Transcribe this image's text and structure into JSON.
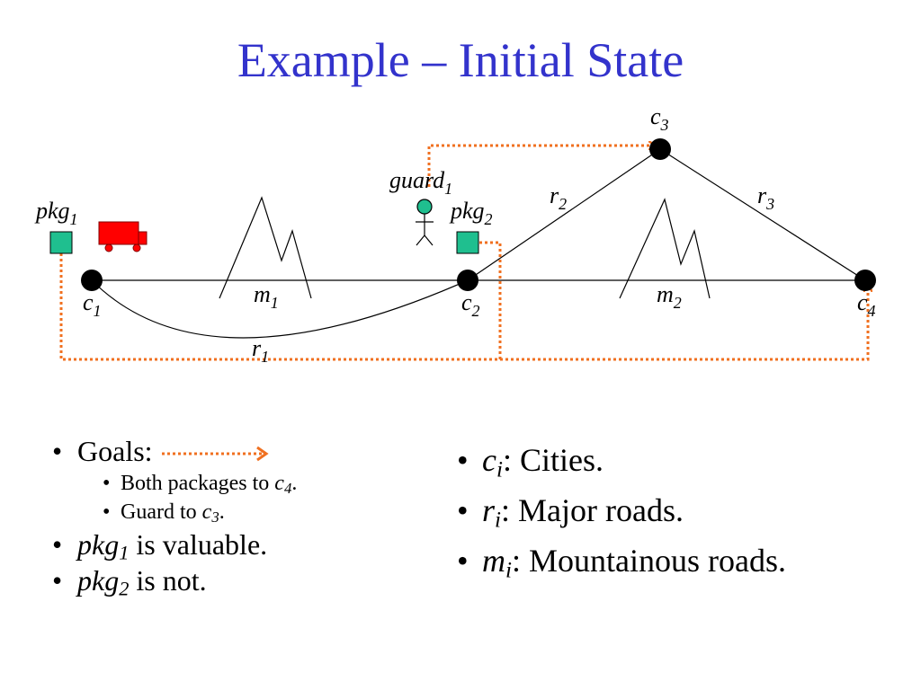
{
  "title": "Example – Initial State",
  "diagram": {
    "cities": [
      {
        "base": "c",
        "sub": "1"
      },
      {
        "base": "c",
        "sub": "2"
      },
      {
        "base": "c",
        "sub": "3"
      },
      {
        "base": "c",
        "sub": "4"
      }
    ],
    "roads": [
      {
        "base": "r",
        "sub": "1"
      },
      {
        "base": "r",
        "sub": "2"
      },
      {
        "base": "r",
        "sub": "3"
      }
    ],
    "mountain_roads": [
      {
        "base": "m",
        "sub": "1"
      },
      {
        "base": "m",
        "sub": "2"
      }
    ],
    "packages": [
      {
        "base": "pkg",
        "sub": "1"
      },
      {
        "base": "pkg",
        "sub": "2"
      }
    ],
    "guard": {
      "base": "guard",
      "sub": "1"
    },
    "colors": {
      "city": "#000000",
      "package": "#1fbf8f",
      "truck": "#ff0000",
      "guard": "#1fbf8f",
      "goal_arrow": "#f07020"
    }
  },
  "bullets_left": {
    "goals_label": "Goals:",
    "goal_items": [
      {
        "text": "Both packages to ",
        "var": "c",
        "sub": "4",
        "end": "."
      },
      {
        "text": "Guard to ",
        "var": "c",
        "sub": "3",
        "end": "."
      }
    ],
    "pkg1": {
      "var": "pkg",
      "sub": "1",
      "text": " is valuable."
    },
    "pkg2": {
      "var": "pkg",
      "sub": "2",
      "text": " is not."
    }
  },
  "bullets_right": [
    {
      "var": "c",
      "sub": "i",
      "text": ": Cities."
    },
    {
      "var": "r",
      "sub": "i",
      "text": ": Major roads."
    },
    {
      "var": "m",
      "sub": "i",
      "text": ": Mountainous roads."
    }
  ]
}
